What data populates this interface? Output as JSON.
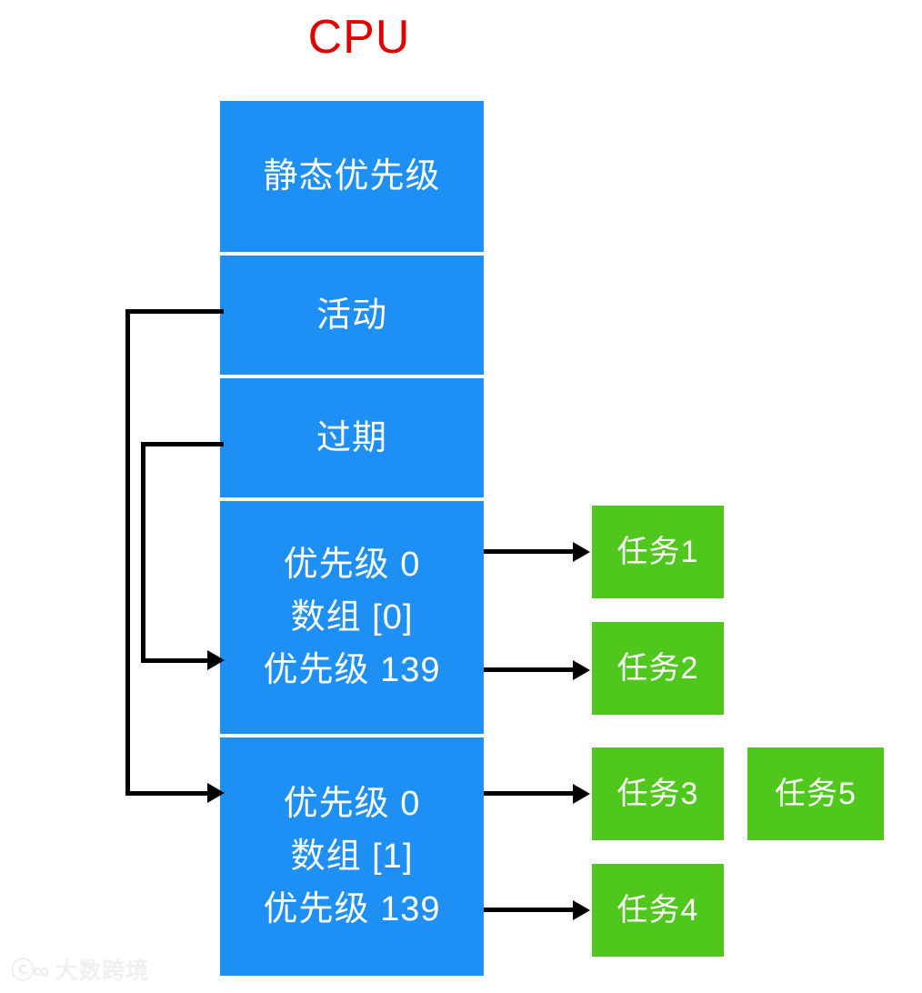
{
  "title": {
    "text": "CPU",
    "color": "#e00000"
  },
  "colors": {
    "runqueue_blue": "#1e90f5",
    "task_green": "#4fc71c",
    "title_red": "#e00000",
    "connector_black": "#000000",
    "background": "#ffffff"
  },
  "runqueue": {
    "name": "cpu-runqueue-column",
    "sections": [
      {
        "id": "static-priority",
        "lines": [
          "静态优先级"
        ]
      },
      {
        "id": "active",
        "lines": [
          "活动"
        ]
      },
      {
        "id": "expired",
        "lines": [
          "过期"
        ]
      },
      {
        "id": "array-0",
        "lines": [
          "优先级 0",
          "数组 [0]",
          "优先级 139"
        ]
      },
      {
        "id": "array-1",
        "lines": [
          "优先级 0",
          "数组 [1]",
          "优先级 139"
        ]
      }
    ]
  },
  "tasks": [
    {
      "id": "task-1",
      "label": "任务1"
    },
    {
      "id": "task-2",
      "label": "任务2"
    },
    {
      "id": "task-3",
      "label": "任务3"
    },
    {
      "id": "task-4",
      "label": "任务4"
    },
    {
      "id": "task-5",
      "label": "任务5"
    }
  ],
  "watermark": {
    "mark": "ⓒ∞",
    "text": "大数跨境"
  }
}
